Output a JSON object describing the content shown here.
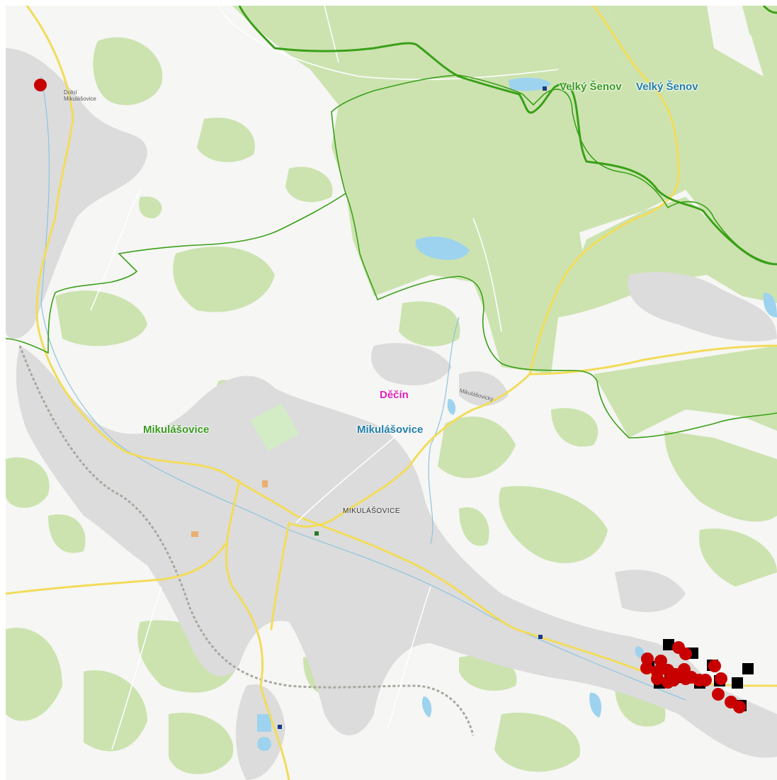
{
  "map": {
    "labels": {
      "velky_senov_district": "Velký Šenov",
      "velky_senov_town": "Velký Šenov",
      "mikulasovice_district": "Mikulášovice",
      "mikulasovice_town": "Mikulášovice",
      "decin_region": "Děčín",
      "mikulasovice_caps": "MIKULÁŠOVICE",
      "mikulasovicky": "Mikulášovický",
      "dolni_mikulasovice": "Dolní Mikulášovice"
    },
    "colors": {
      "forest": "#cce3b0",
      "built_up": "#dcdcdc",
      "road_main": "#f2dc5a",
      "water": "#9dd3ee",
      "boundary_district": "#3aa018",
      "boundary_municipal": "#3aa018",
      "point_red": "#c80000",
      "point_black": "#000000",
      "railway": "#a8a8a0"
    },
    "markers": {
      "red_points_count": 22,
      "black_squares_count": 12
    }
  }
}
